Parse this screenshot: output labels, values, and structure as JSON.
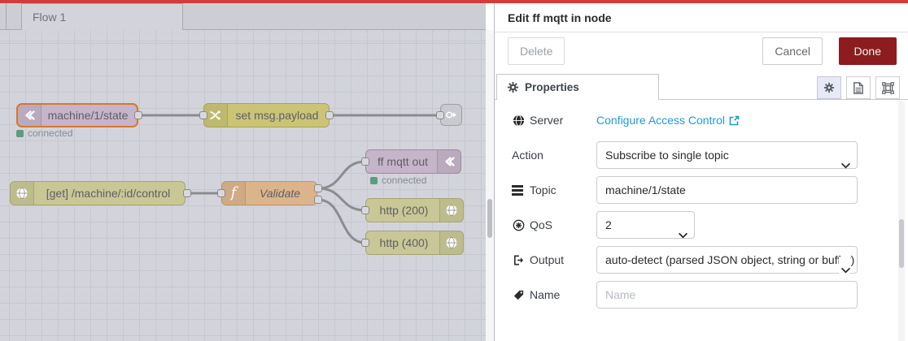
{
  "workspace": {
    "tab_label": "Flow 1",
    "nodes": {
      "mqtt_in": {
        "label": "machine/1/state",
        "type": "mqtt in",
        "selected": true,
        "status": "connected"
      },
      "change": {
        "label": "set msg.payload",
        "type": "change"
      },
      "link_out": {
        "label": "",
        "type": "link out"
      },
      "http_in": {
        "label": "[get] /machine/:id/control",
        "type": "http in"
      },
      "function": {
        "label": "Validate",
        "type": "function"
      },
      "mqtt_out": {
        "label": "ff mqtt out",
        "type": "mqtt out",
        "status": "connected"
      },
      "http_res_200": {
        "label": "http (200)",
        "type": "http response"
      },
      "http_res_400": {
        "label": "http (400)",
        "type": "http response"
      }
    }
  },
  "panel": {
    "title": "Edit ff mqtt in node",
    "buttons": {
      "delete": "Delete",
      "cancel": "Cancel",
      "done": "Done"
    },
    "tab": {
      "label": "Properties"
    },
    "fields": {
      "server": {
        "label": "Server",
        "link_text": "Configure Access Control"
      },
      "action": {
        "label": "Action",
        "value": "Subscribe to single topic"
      },
      "topic": {
        "label": "Topic",
        "value": "machine/1/state"
      },
      "qos": {
        "label": "QoS",
        "value": "2"
      },
      "output": {
        "label": "Output",
        "value": "auto-detect (parsed JSON object, string or buffer)"
      },
      "name": {
        "label": "Name",
        "value": "",
        "placeholder": "Name"
      }
    }
  },
  "colors": {
    "accent_red": "#d23c3c",
    "done_button": "#8c1c1f",
    "link_blue": "#1d9bd5",
    "node_mqtt": "#c5b4ca",
    "node_change": "#cbc477",
    "node_function": "#dcb48c",
    "node_http": "#c8c795",
    "node_link": "#c9cad0",
    "status_connected": "#5d9c7d",
    "selection_border": "#d7772f"
  }
}
